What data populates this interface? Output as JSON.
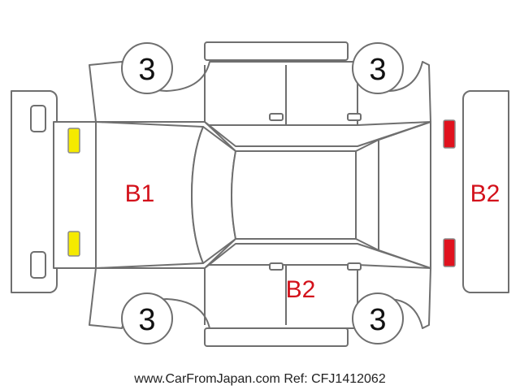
{
  "diagram": {
    "tire_marks": {
      "front_left": "3",
      "rear_left": "3",
      "front_right": "3",
      "rear_right": "3"
    },
    "damage_codes": {
      "hood": "B1",
      "right_side": "B2",
      "rear_bumper": "B2"
    },
    "lamp_colors": {
      "front": "#f5ea00",
      "rear": "#e0121e"
    }
  },
  "footer": {
    "watermark": "www.CarFromJapan.com Ref: CFJ1412062"
  }
}
